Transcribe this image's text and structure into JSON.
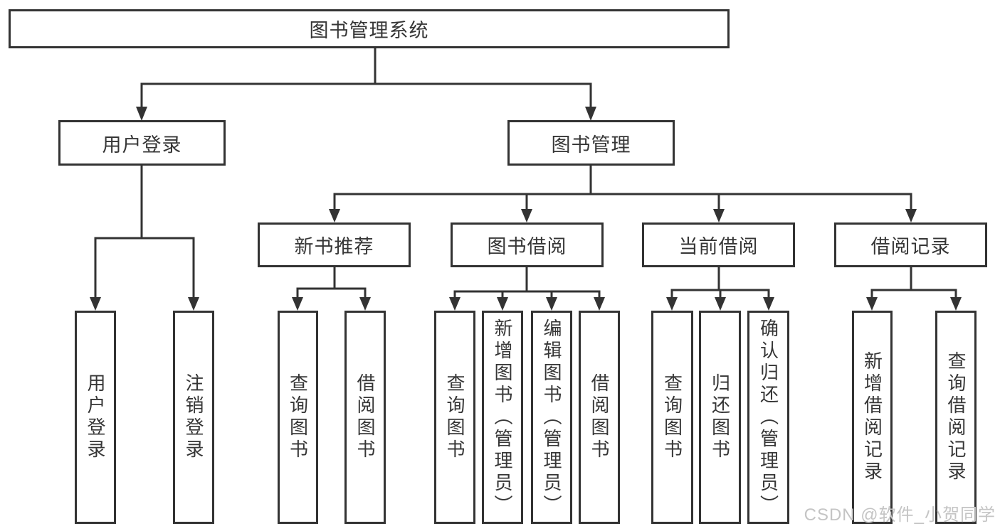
{
  "diagram_title": "图书管理系统",
  "tree": {
    "label": "图书管理系统",
    "children": [
      {
        "label": "用户登录",
        "children": [
          {
            "label": "用户登录"
          },
          {
            "label": "注销登录"
          }
        ]
      },
      {
        "label": "图书管理",
        "children": [
          {
            "label": "新书推荐",
            "children": [
              {
                "label": "查询图书"
              },
              {
                "label": "借阅图书"
              }
            ]
          },
          {
            "label": "图书借阅",
            "children": [
              {
                "label": "查询图书"
              },
              {
                "label": "新增图书（管理员）"
              },
              {
                "label": "编辑图书（管理员）"
              },
              {
                "label": "借阅图书"
              }
            ]
          },
          {
            "label": "当前借阅",
            "children": [
              {
                "label": "查询图书"
              },
              {
                "label": "归还图书"
              },
              {
                "label": "确认归还（管理员）"
              }
            ]
          },
          {
            "label": "借阅记录",
            "children": [
              {
                "label": "新增借阅记录"
              },
              {
                "label": "查询借阅记录"
              }
            ]
          }
        ]
      }
    ]
  },
  "watermark": {
    "text": "CSDN @软件_小贺同学"
  },
  "colors": {
    "line": "#333333",
    "text": "#363636",
    "box_fill": "#ffffff",
    "background": "#ffffff",
    "watermark": "#c4c4c4"
  }
}
